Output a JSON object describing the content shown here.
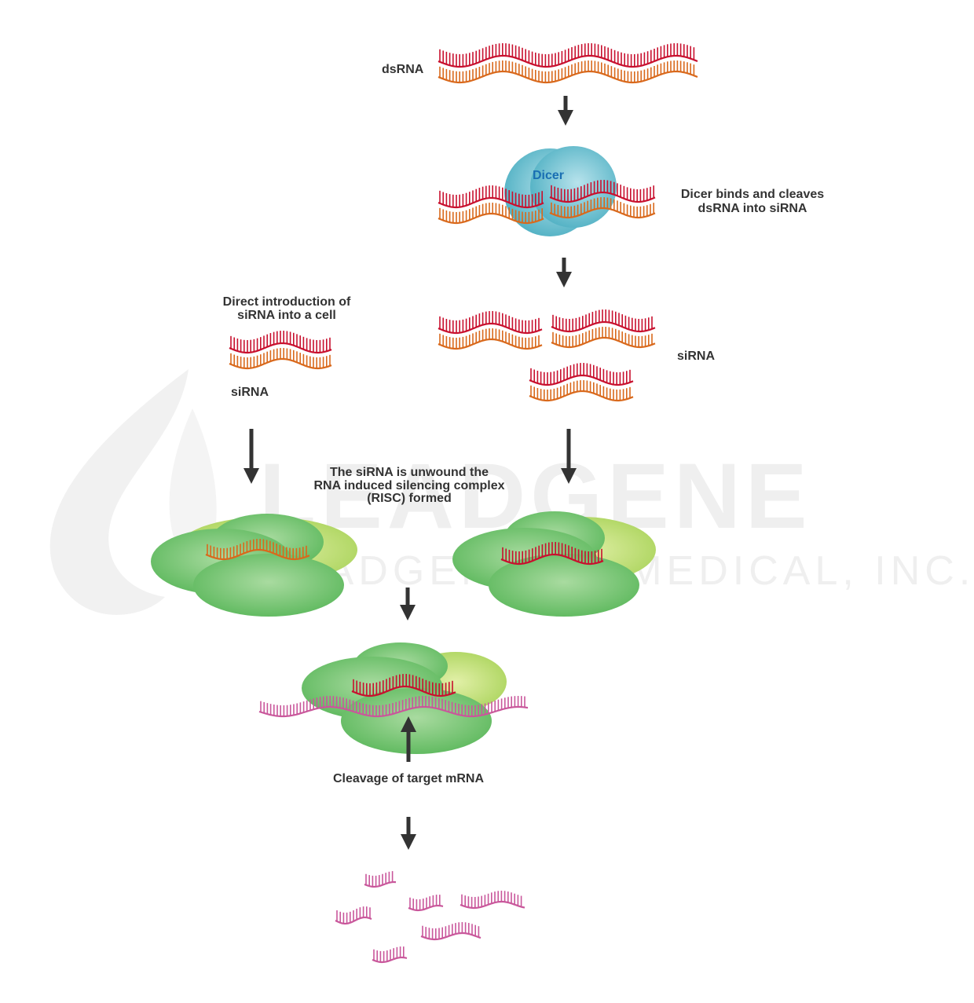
{
  "labels": {
    "dsrna": "dsRNA",
    "dicer": "Dicer",
    "dicer_desc_1": "Dicer binds and cleaves",
    "dicer_desc_2": "dsRNA into siRNA",
    "direct_1": "Direct introduction of",
    "direct_2": "siRNA into a cell",
    "sirna_left": "siRNA",
    "sirna_right": "siRNA",
    "risc_1": "The siRNA is unwound the",
    "risc_2": "RNA induced silencing complex",
    "risc_3": "(RISC) formed",
    "cleavage": "Cleavage of target mRNA"
  },
  "watermark": {
    "main": "LEADGENE",
    "sub": "LEADGENE BIOMEDICAL, INC."
  },
  "colors": {
    "sense_strand": "#c8102e",
    "antisense_strand": "#d9691c",
    "mrna": "#c9579b",
    "dicer": "#5fb8c9",
    "risc_dark": "#5cb85c",
    "risc_light": "#b5d96a",
    "arrow": "#333333"
  }
}
